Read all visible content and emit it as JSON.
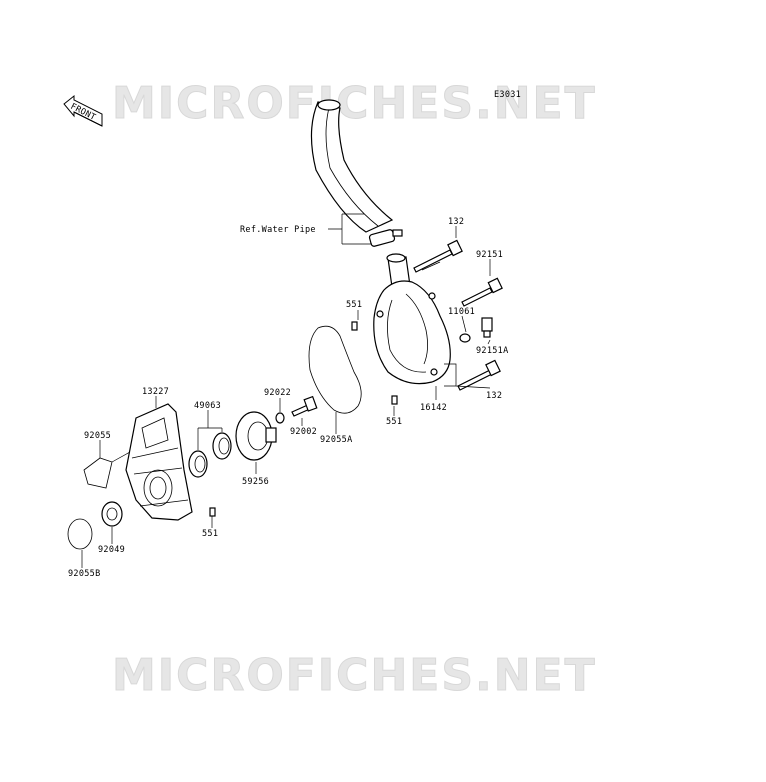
{
  "watermark": {
    "text": "MICROFICHES.NET"
  },
  "diagram_code": "E3031",
  "front_arrow": {
    "text": "FRONT"
  },
  "labels": {
    "ref_water_pipe": "Ref.Water Pipe",
    "p132_top": "132",
    "p92151": "92151",
    "p551_top": "551",
    "p11061": "11061",
    "p92151A": "92151A",
    "p132_bottom": "132",
    "p16142": "16142",
    "p551_mid": "551",
    "p92055A": "92055A",
    "p92022": "92022",
    "p92002": "92002",
    "p49063": "49063",
    "p13227": "13227",
    "p92055": "92055",
    "p59256": "59256",
    "p551_bottom": "551",
    "p92049": "92049",
    "p92055B": "92055B"
  }
}
